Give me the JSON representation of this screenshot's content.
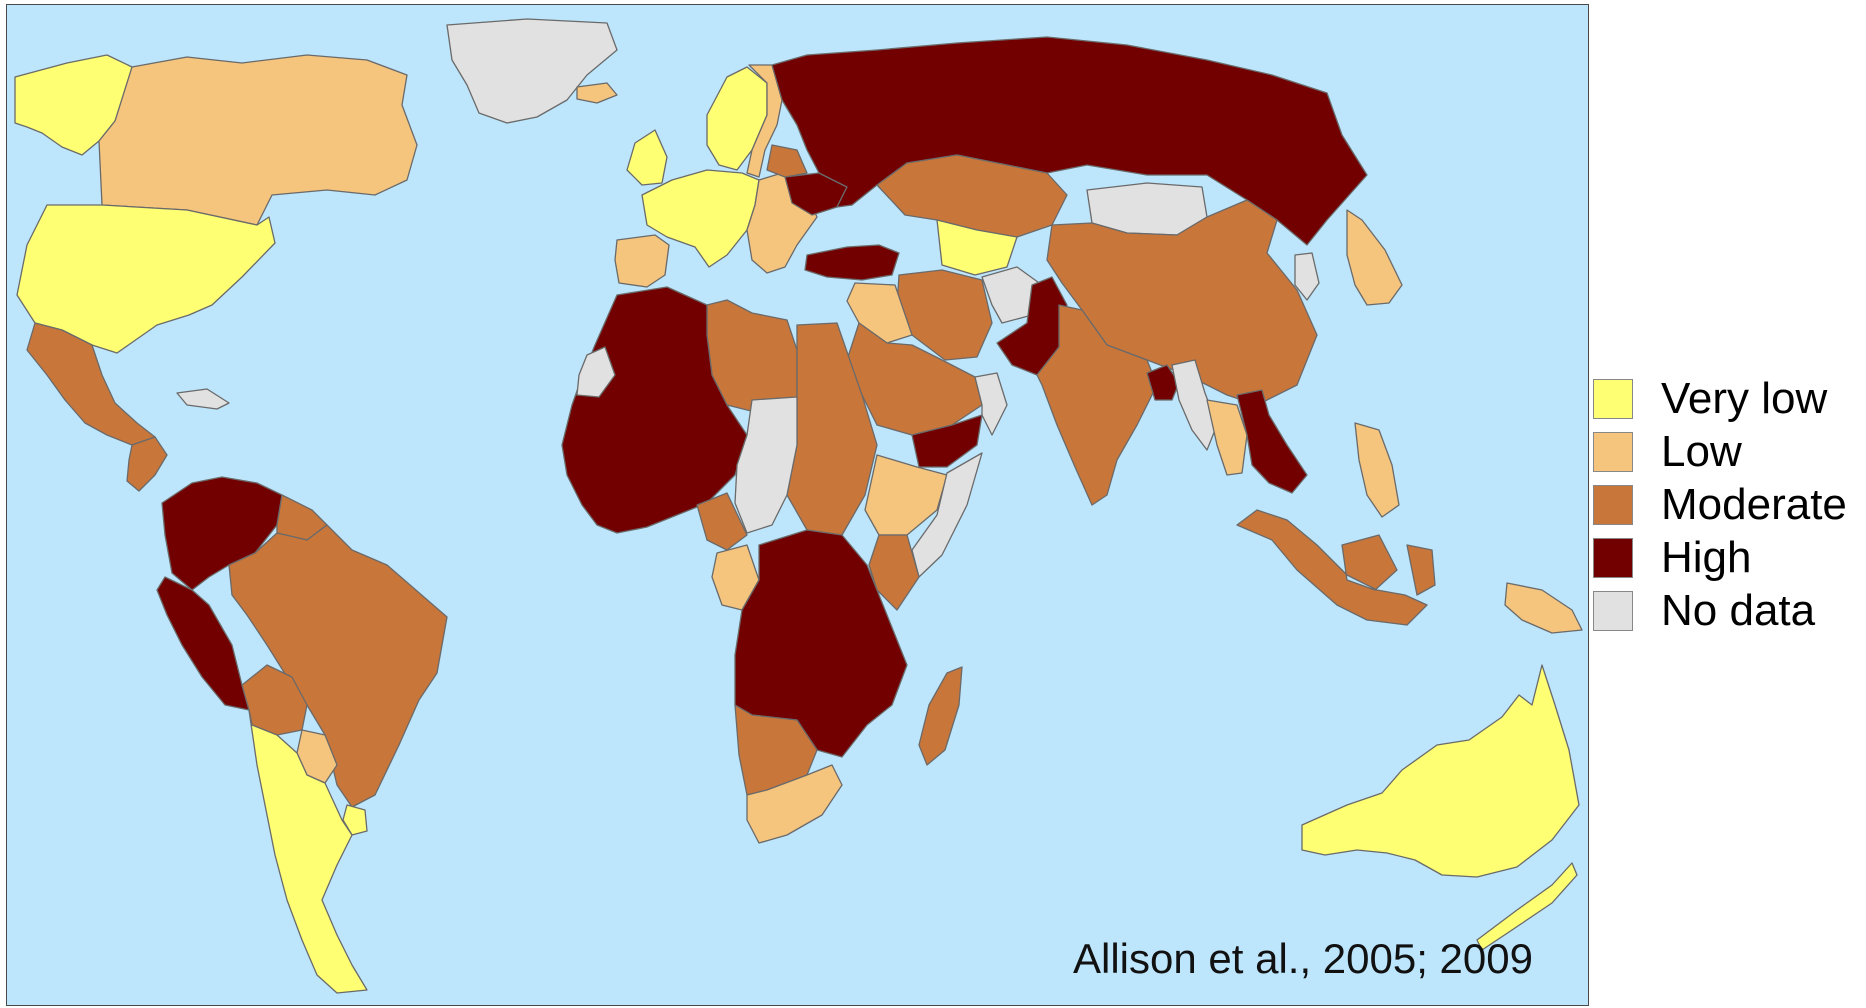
{
  "legend": {
    "items": [
      {
        "label": "Very low",
        "color": "#ffff73"
      },
      {
        "label": "Low",
        "color": "#f5c57e"
      },
      {
        "label": "Moderate",
        "color": "#c9763a"
      },
      {
        "label": "High",
        "color": "#730000"
      },
      {
        "label": "No data",
        "color": "#e1e1e1"
      }
    ]
  },
  "citation": "Allison et al., 2005; 2009",
  "colors": {
    "ocean": "#bde5fb",
    "border": "#6a6a6a"
  },
  "map": {
    "regions": [
      {
        "name": "alaska",
        "category": "Very low"
      },
      {
        "name": "canada",
        "category": "Low"
      },
      {
        "name": "greenland",
        "category": "No data"
      },
      {
        "name": "usa",
        "category": "Very low"
      },
      {
        "name": "mexico",
        "category": "Moderate"
      },
      {
        "name": "central-america",
        "category": "Moderate"
      },
      {
        "name": "cuba",
        "category": "No data"
      },
      {
        "name": "colombia-venezuela",
        "category": "High"
      },
      {
        "name": "guianas",
        "category": "Moderate"
      },
      {
        "name": "peru-ecuador",
        "category": "High"
      },
      {
        "name": "brazil",
        "category": "Moderate"
      },
      {
        "name": "bolivia",
        "category": "Moderate"
      },
      {
        "name": "paraguay",
        "category": "Low"
      },
      {
        "name": "uruguay",
        "category": "Very low"
      },
      {
        "name": "argentina-chile",
        "category": "Very low"
      },
      {
        "name": "iceland",
        "category": "Low"
      },
      {
        "name": "scandinavia",
        "category": "Very low"
      },
      {
        "name": "finland-baltics",
        "category": "Low"
      },
      {
        "name": "uk-ireland",
        "category": "Very low"
      },
      {
        "name": "western-europe",
        "category": "Very low"
      },
      {
        "name": "iberia",
        "category": "Low"
      },
      {
        "name": "eastern-europe",
        "category": "Low"
      },
      {
        "name": "belarus",
        "category": "Moderate"
      },
      {
        "name": "ukraine",
        "category": "High"
      },
      {
        "name": "russia",
        "category": "High"
      },
      {
        "name": "turkey",
        "category": "High"
      },
      {
        "name": "kazakhstan",
        "category": "Moderate"
      },
      {
        "name": "mongolia",
        "category": "No data"
      },
      {
        "name": "china",
        "category": "Moderate"
      },
      {
        "name": "korea",
        "category": "No data"
      },
      {
        "name": "japan",
        "category": "Low"
      },
      {
        "name": "central-asia",
        "category": "Very low"
      },
      {
        "name": "iran",
        "category": "Moderate"
      },
      {
        "name": "afghanistan",
        "category": "No data"
      },
      {
        "name": "pakistan",
        "category": "High"
      },
      {
        "name": "india",
        "category": "Moderate"
      },
      {
        "name": "bangladesh",
        "category": "High"
      },
      {
        "name": "myanmar",
        "category": "No data"
      },
      {
        "name": "thailand",
        "category": "Low"
      },
      {
        "name": "vietnam-cambodia",
        "category": "High"
      },
      {
        "name": "philippines",
        "category": "Low"
      },
      {
        "name": "indonesia",
        "category": "Moderate"
      },
      {
        "name": "papua-new-guinea",
        "category": "Low"
      },
      {
        "name": "australia",
        "category": "Very low"
      },
      {
        "name": "new-zealand",
        "category": "Very low"
      },
      {
        "name": "iraq-syria",
        "category": "Low"
      },
      {
        "name": "saudi-arabia",
        "category": "Moderate"
      },
      {
        "name": "yemen",
        "category": "High"
      },
      {
        "name": "oman",
        "category": "No data"
      },
      {
        "name": "west-africa",
        "category": "High"
      },
      {
        "name": "western-sahara",
        "category": "No data"
      },
      {
        "name": "north-africa",
        "category": "Moderate"
      },
      {
        "name": "egypt-sudan",
        "category": "Moderate"
      },
      {
        "name": "chad-car",
        "category": "No data"
      },
      {
        "name": "ethiopia",
        "category": "Low"
      },
      {
        "name": "somalia",
        "category": "No data"
      },
      {
        "name": "cameroon",
        "category": "Moderate"
      },
      {
        "name": "gabon-congo",
        "category": "Low"
      },
      {
        "name": "central-east-africa",
        "category": "High"
      },
      {
        "name": "kenya",
        "category": "Moderate"
      },
      {
        "name": "namibia-botswana",
        "category": "Moderate"
      },
      {
        "name": "south-africa",
        "category": "Low"
      },
      {
        "name": "madagascar",
        "category": "Moderate"
      }
    ]
  }
}
